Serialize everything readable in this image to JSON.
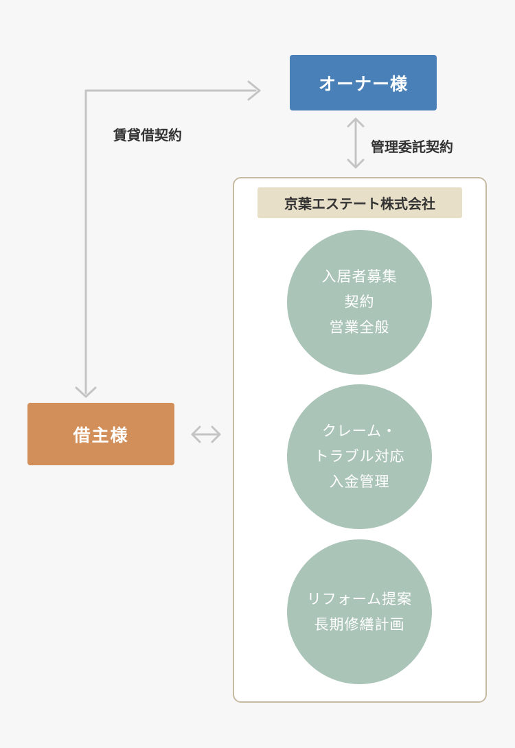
{
  "colors": {
    "owner": "#4a80b8",
    "tenant": "#d38f5a",
    "circle": "#abc4b8",
    "arrow": "#c4c4c4"
  },
  "owner": {
    "label": "オーナー様"
  },
  "tenant": {
    "label": "借主様"
  },
  "edges": {
    "lease": "賃貸借契約",
    "management": "管理委託契約"
  },
  "company": {
    "name": "京葉エステート株式会社",
    "services": [
      {
        "lines": [
          "入居者募集",
          "契約",
          "営業全般"
        ]
      },
      {
        "lines": [
          "クレーム・",
          "トラブル対応",
          "入金管理"
        ]
      },
      {
        "lines": [
          "リフォーム提案",
          "長期修繕計画"
        ]
      }
    ]
  }
}
